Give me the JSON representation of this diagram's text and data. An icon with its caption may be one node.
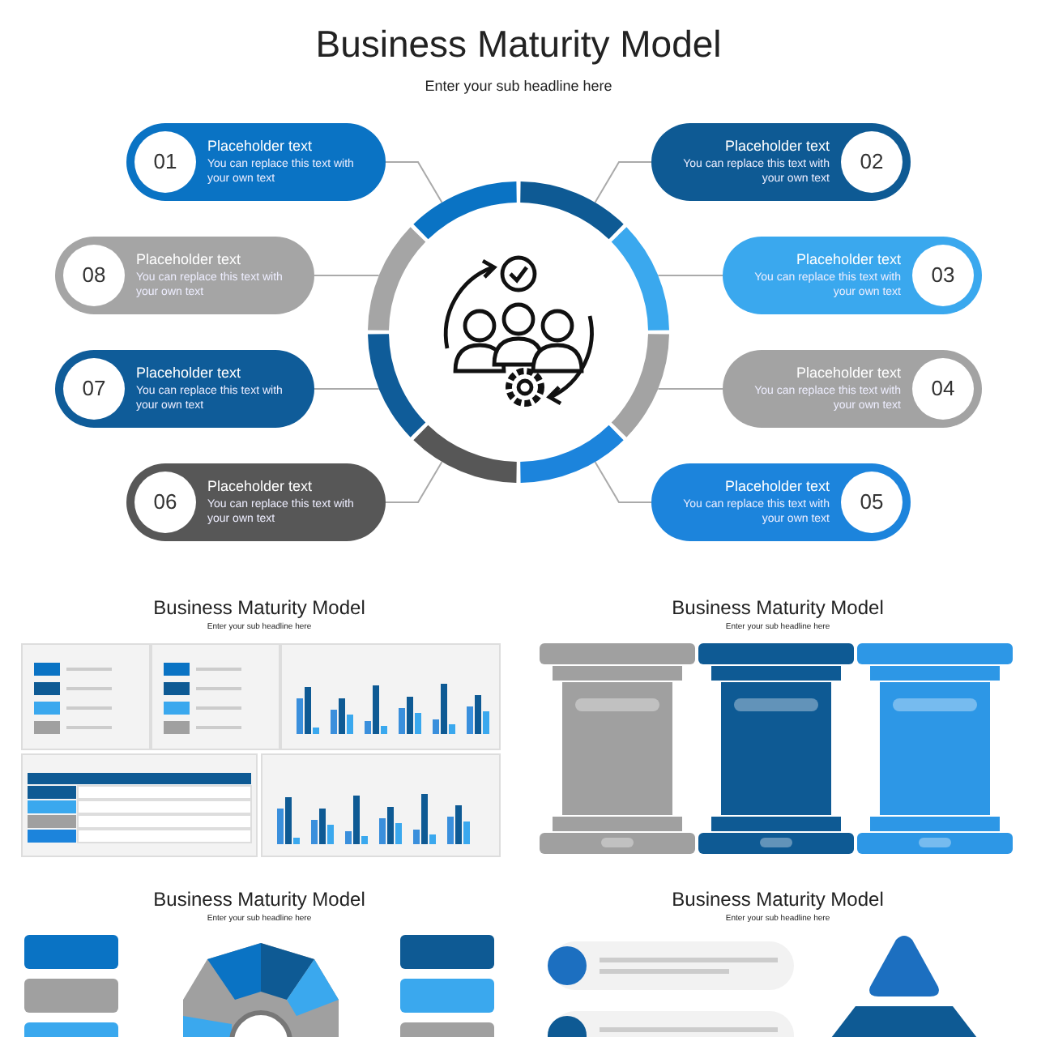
{
  "diagram": {
    "title": "Business Maturity Model",
    "nodes": [
      {
        "text": [
          "01",
          "Placeholder text",
          "You can replace this text with your own text"
        ]
      },
      {
        "text": [
          "02",
          "Placeholder text",
          "You can replace this text with your own text"
        ]
      },
      {
        "text": [
          "03",
          "Placeholder text",
          "You can replace this text with your own text"
        ]
      },
      {
        "text": [
          "04",
          "Placeholder text",
          "You can replace this text with your own text"
        ]
      },
      {
        "text": [
          "05",
          "Placeholder text",
          "You can replace this text with your own text"
        ]
      },
      {
        "text": [
          "06",
          "Placeholder text",
          "You can replace this text with your own text"
        ]
      },
      {
        "text": [
          "07",
          "Placeholder text",
          "You can replace this text with your own text"
        ]
      },
      {
        "text": [
          "08",
          "Placeholder text",
          "You can replace this text with your own text"
        ]
      },
      {
        "text": [],
        "shape": "circle"
      }
    ],
    "edges": [
      {
        "from": 0,
        "to": 8,
        "arrow": "none"
      },
      {
        "from": 1,
        "to": 8,
        "arrow": "none"
      },
      {
        "from": 2,
        "to": 8,
        "arrow": "none"
      },
      {
        "from": 3,
        "to": 8,
        "arrow": "none"
      },
      {
        "from": 4,
        "to": 8,
        "arrow": "none"
      },
      {
        "from": 5,
        "to": 8,
        "arrow": "none"
      },
      {
        "from": 6,
        "to": 8,
        "arrow": "none"
      },
      {
        "from": 7,
        "to": 8,
        "arrow": "none"
      }
    ],
    "labels": [
      "Enter your sub headline here",
      "Business Maturity Model",
      "Business Maturity Model",
      "Enter your sub headline here",
      "Enter your sub headline here",
      "Business Maturity Model",
      "Business Maturity Model",
      "Enter your sub headline here",
      "Enter your sub headline here"
    ]
  }
}
